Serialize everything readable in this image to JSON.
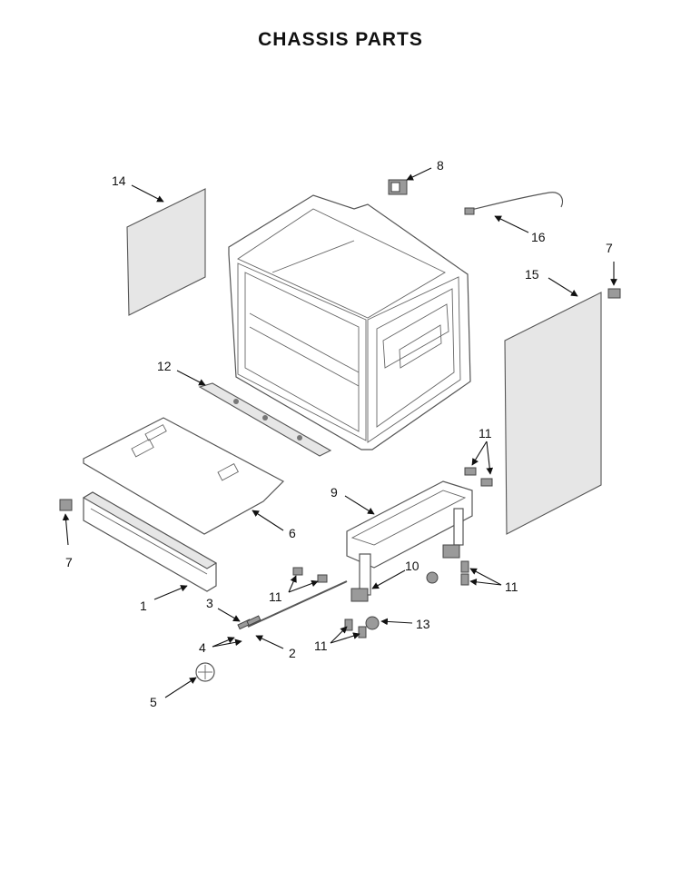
{
  "title": "CHASSIS PARTS",
  "callouts": {
    "c1": "1",
    "c2": "2",
    "c3": "3",
    "c4": "4",
    "c5": "5",
    "c6": "6",
    "c7a": "7",
    "c7b": "7",
    "c8": "8",
    "c9": "9",
    "c10": "10",
    "c11a": "11",
    "c11b": "11",
    "c11c": "11",
    "c11d": "11",
    "c12": "12",
    "c13": "13",
    "c14": "14",
    "c15": "15",
    "c16": "16"
  }
}
